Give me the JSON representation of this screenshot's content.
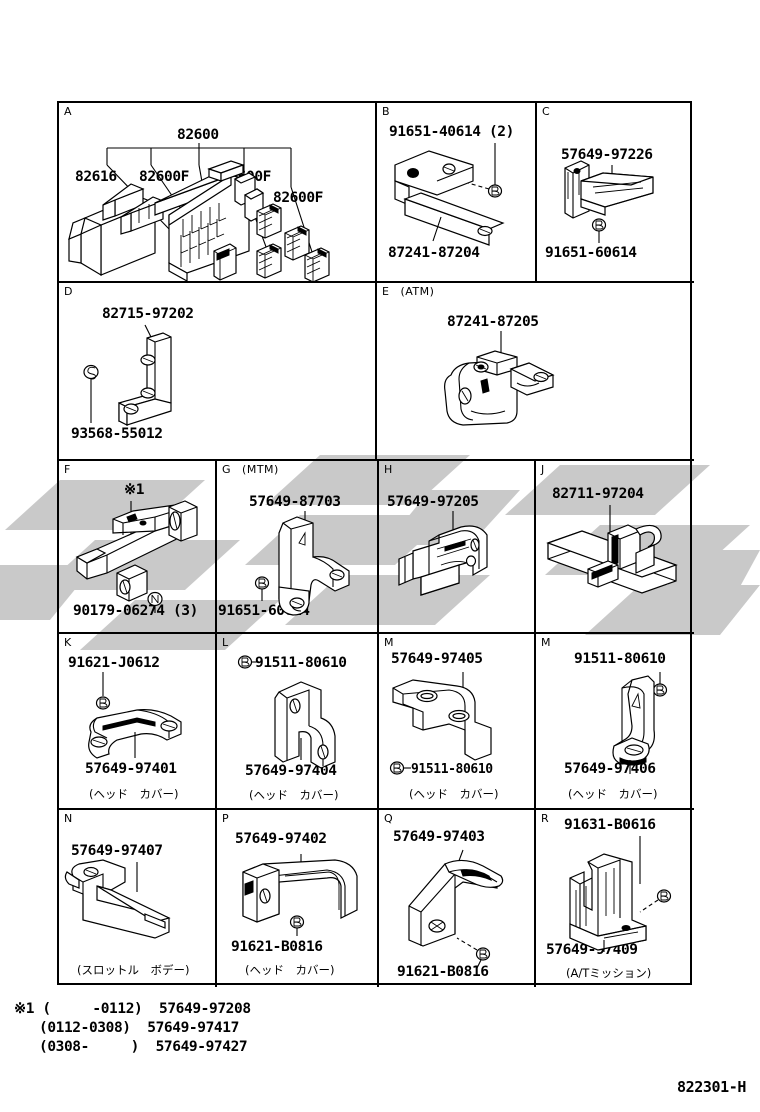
{
  "diagram": {
    "code": "822301-H",
    "footnote_lines": [
      "※1 (     -0112)  57649-97208",
      "   (0112-0308)  57649-97417",
      "   (0308-     )  57649-97427"
    ]
  },
  "cells": {
    "A": {
      "key": "A",
      "note": "",
      "labels": {
        "main": "82600",
        "l1": "82616",
        "l2": "82600F",
        "l3": "82600F",
        "l4": "82600F",
        "l5": "82600F"
      }
    },
    "B": {
      "key": "B",
      "note": "",
      "labels": {
        "top": "91651-40614 (2)",
        "bottom": "87241-87204"
      }
    },
    "C": {
      "key": "C",
      "note": "",
      "labels": {
        "top": "57649-97226",
        "bottom": "91651-60614"
      }
    },
    "D": {
      "key": "D",
      "note": "",
      "labels": {
        "top": "82715-97202",
        "bottom": "93568-55012"
      }
    },
    "E": {
      "key": "E",
      "note": "(ATM)",
      "labels": {
        "top": "87241-87205"
      }
    },
    "F": {
      "key": "F",
      "note": "",
      "labels": {
        "top": "※1",
        "bottom": "90179-06274 (3)"
      }
    },
    "G": {
      "key": "G",
      "note": "(MTM)",
      "labels": {
        "top": "57649-87703",
        "bottom": "91651-60614"
      }
    },
    "H": {
      "key": "H",
      "note": "",
      "labels": {
        "top": "57649-97205"
      }
    },
    "J": {
      "key": "J",
      "note": "",
      "labels": {
        "top": "82711-97204"
      }
    },
    "K": {
      "key": "K",
      "note": "",
      "labels": {
        "top": "91621-J0612",
        "bottom": "57649-97401",
        "jp": "(ヘッド　カバー)"
      }
    },
    "L": {
      "key": "L",
      "note": "",
      "labels": {
        "top": "91511-80610",
        "bottom": "57649-97404",
        "jp": "(ヘッド　カバー)"
      }
    },
    "M1": {
      "key": "M",
      "note": "",
      "labels": {
        "top": "57649-97405",
        "bottom": "91511-80610",
        "jp": "(ヘッド　カバー)"
      }
    },
    "M2": {
      "key": "M",
      "note": "",
      "labels": {
        "top": "91511-80610",
        "bottom": "57649-97406",
        "jp": "(ヘッド　カバー)"
      }
    },
    "N": {
      "key": "N",
      "note": "",
      "labels": {
        "top": "57649-97407",
        "jp": "(スロットル　ボデー)"
      }
    },
    "P": {
      "key": "P",
      "note": "",
      "labels": {
        "top": "57649-97402",
        "bottom": "91621-B0816",
        "jp": "(ヘッド　カバー)"
      }
    },
    "Q": {
      "key": "Q",
      "note": "",
      "labels": {
        "top": "57649-97403",
        "bottom": "91621-B0816"
      }
    },
    "R": {
      "key": "R",
      "note": "",
      "labels": {
        "top": "91631-B0616",
        "bottom": "57649-97409",
        "jp": "(A/Tミッション)"
      }
    }
  },
  "colors": {
    "line": "#000000",
    "background": "#ffffff",
    "watermark": "#c9c9c9"
  }
}
